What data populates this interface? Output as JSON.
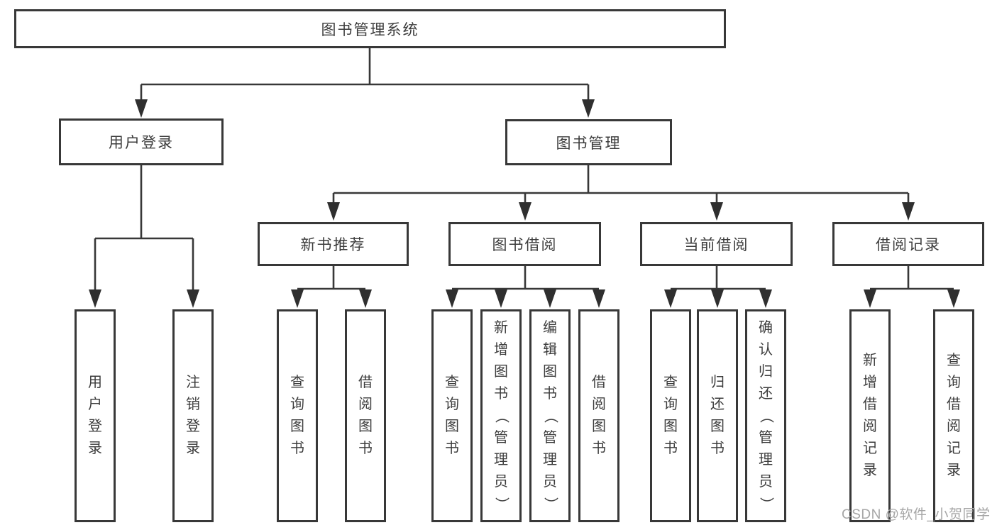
{
  "colors": {
    "box_border": "#383838",
    "connector": "#383838",
    "text": "#3c3c3c",
    "watermark": "#a6a6a6"
  },
  "tree": {
    "root": {
      "label": "图书管理系统"
    },
    "branches": [
      {
        "label": "用户登录",
        "children": [
          {
            "label": "用户登录"
          },
          {
            "label": "注销登录"
          }
        ]
      },
      {
        "label": "图书管理",
        "children": [
          {
            "label": "新书推荐",
            "children": [
              {
                "label": "查询图书"
              },
              {
                "label": "借阅图书"
              }
            ]
          },
          {
            "label": "图书借阅",
            "children": [
              {
                "label": "查询图书"
              },
              {
                "label": "新增图书（管理员）"
              },
              {
                "label": "编辑图书（管理员）"
              },
              {
                "label": "借阅图书"
              }
            ]
          },
          {
            "label": "当前借阅",
            "children": [
              {
                "label": "查询图书"
              },
              {
                "label": "归还图书"
              },
              {
                "label": "确认归还（管理员）"
              }
            ]
          },
          {
            "label": "借阅记录",
            "children": [
              {
                "label": "新增借阅记录"
              },
              {
                "label": "查询借阅记录"
              }
            ]
          }
        ]
      }
    ]
  },
  "watermark": {
    "text": "CSDN @软件_小贺同学"
  }
}
